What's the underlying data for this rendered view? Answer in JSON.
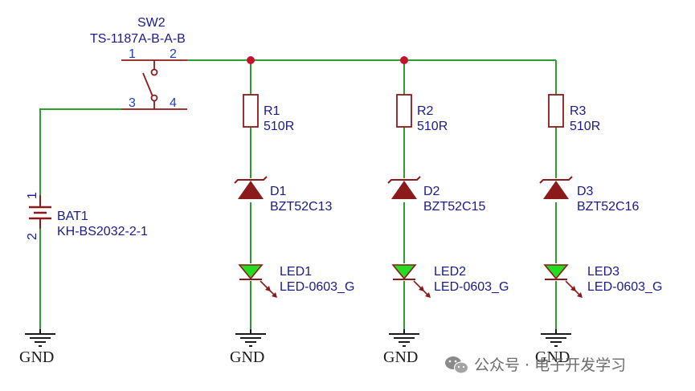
{
  "colors": {
    "wire": "#2e9e2e",
    "component": "#8b1a1a",
    "junction": "#c8102e",
    "led_fill": "#22dd22",
    "text": "#1a1a8c",
    "pin_text": "#1f3fbf",
    "ground": "#1a1a1a"
  },
  "switch": {
    "designator": "SW2",
    "part": "TS-1187A-B-A-B",
    "pins": [
      "1",
      "2",
      "3",
      "4"
    ]
  },
  "battery": {
    "designator": "BAT1",
    "part": "KH-BS2032-2-1",
    "pins": [
      "1",
      "2"
    ]
  },
  "resistors": [
    {
      "designator": "R1",
      "value": "510R"
    },
    {
      "designator": "R2",
      "value": "510R"
    },
    {
      "designator": "R3",
      "value": "510R"
    }
  ],
  "zeners": [
    {
      "designator": "D1",
      "part": "BZT52C13"
    },
    {
      "designator": "D2",
      "part": "BZT52C15"
    },
    {
      "designator": "D3",
      "part": "BZT52C16"
    }
  ],
  "leds": [
    {
      "designator": "LED1",
      "part": "LED-0603_G"
    },
    {
      "designator": "LED2",
      "part": "LED-0603_G"
    },
    {
      "designator": "LED3",
      "part": "LED-0603_G"
    }
  ],
  "ground_label": "GND",
  "watermark": {
    "icon": "wechat-icon",
    "text": "公众号 · 电子开发学习"
  }
}
